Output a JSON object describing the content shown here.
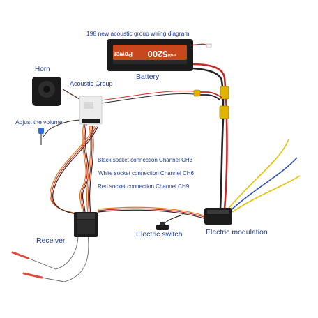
{
  "labels": {
    "title": "198 new acoustic group wiring diagram",
    "battery": "Battery",
    "horn": "Horn",
    "acoustic_group": "Acoustic Group",
    "adjust_volume": "Adjust the volume",
    "black_socket": "Black socket connection Channel CH3",
    "white_socket": "White socket connection Channel CH6",
    "red_socket": "Red socket connection Channel CH9",
    "receiver": "Receiver",
    "electric_switch": "Electric switch",
    "electric_modulation": "Electric modulation"
  },
  "battery_printing": {
    "capacity": "5200",
    "unit": "mAh",
    "brand": "Power"
  },
  "colors": {
    "label_text": "#1f3a8a",
    "wire_red": "#c62828",
    "wire_black": "#222222",
    "wire_orange": "#e07a1a",
    "wire_yellow": "#e6c200",
    "wire_blue": "#2a4fb5",
    "connector_yellow": "#e0b400",
    "battery_body": "#1b1b1b",
    "battery_label": "#c8481d"
  }
}
